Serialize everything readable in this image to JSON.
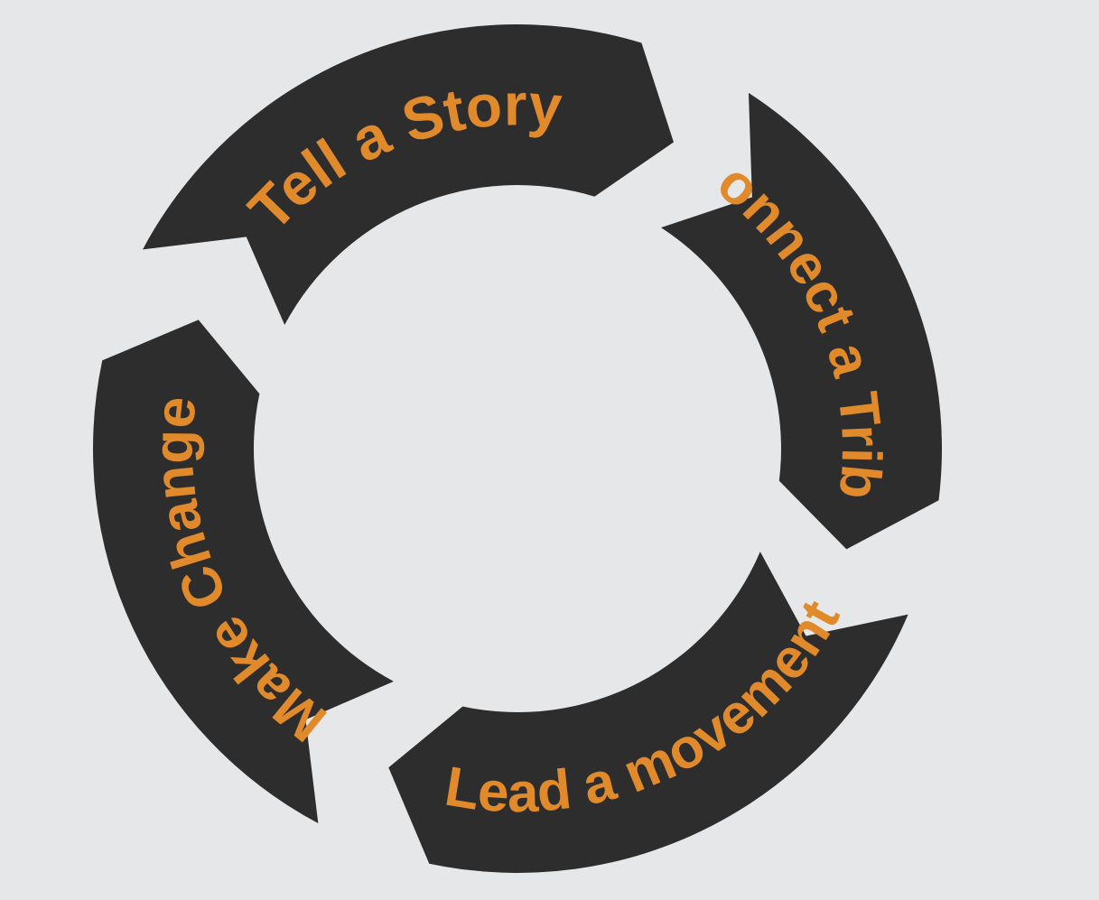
{
  "diagram": {
    "type": "cycle",
    "colors": {
      "background": "#e6e7e8",
      "segment_fill": "#2d2d2d",
      "label_color": "#e08a2c"
    },
    "segments": [
      {
        "label": "Tell a Story"
      },
      {
        "label": "Connect a Tribe"
      },
      {
        "label": "Lead a movement"
      },
      {
        "label": "Make Change"
      }
    ]
  }
}
